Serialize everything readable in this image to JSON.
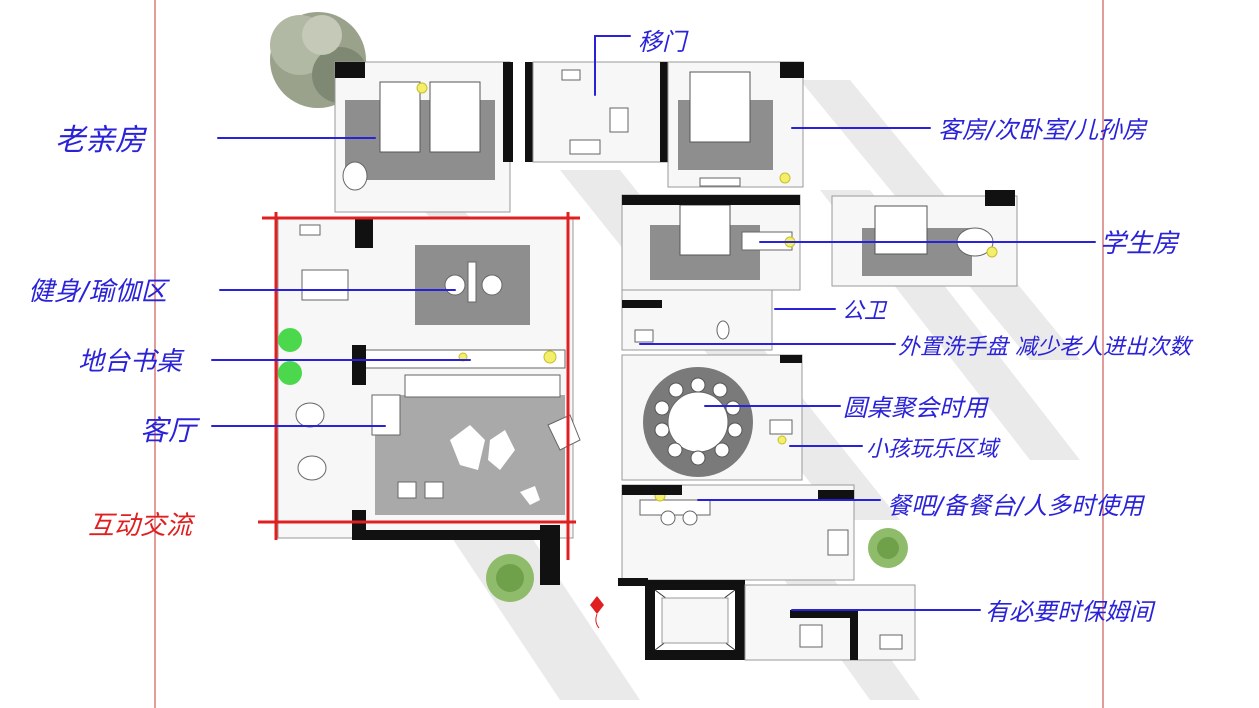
{
  "labels": {
    "elderly_room": "老亲房",
    "sliding_door": "移门",
    "guest_room": "客房/次卧室/儿孙房",
    "student_room": "学生房",
    "fitness_area": "健身/瑜伽区",
    "desk": "地台书桌",
    "living_room": "客厅",
    "public_bath": "公卫",
    "external_basin": "外置洗手盘 减少老人进出次数",
    "round_table": "圆桌聚会时用",
    "kids_play": "小孩玩乐区域",
    "dining_bar": "餐吧/备餐台/人多时使用",
    "nanny_room": "有必要时保姆间",
    "interaction": "互动交流"
  },
  "colors": {
    "annotation": "#2a22d8",
    "highlight": "#e02020",
    "wall": "#111111",
    "rug": "#8e8e8e",
    "lamp": "#f4ef6a",
    "plant": "#4cd84c"
  },
  "icons": [
    "tree-icon",
    "plant-icon",
    "kite-icon",
    "bed-icon",
    "round-table-icon"
  ]
}
